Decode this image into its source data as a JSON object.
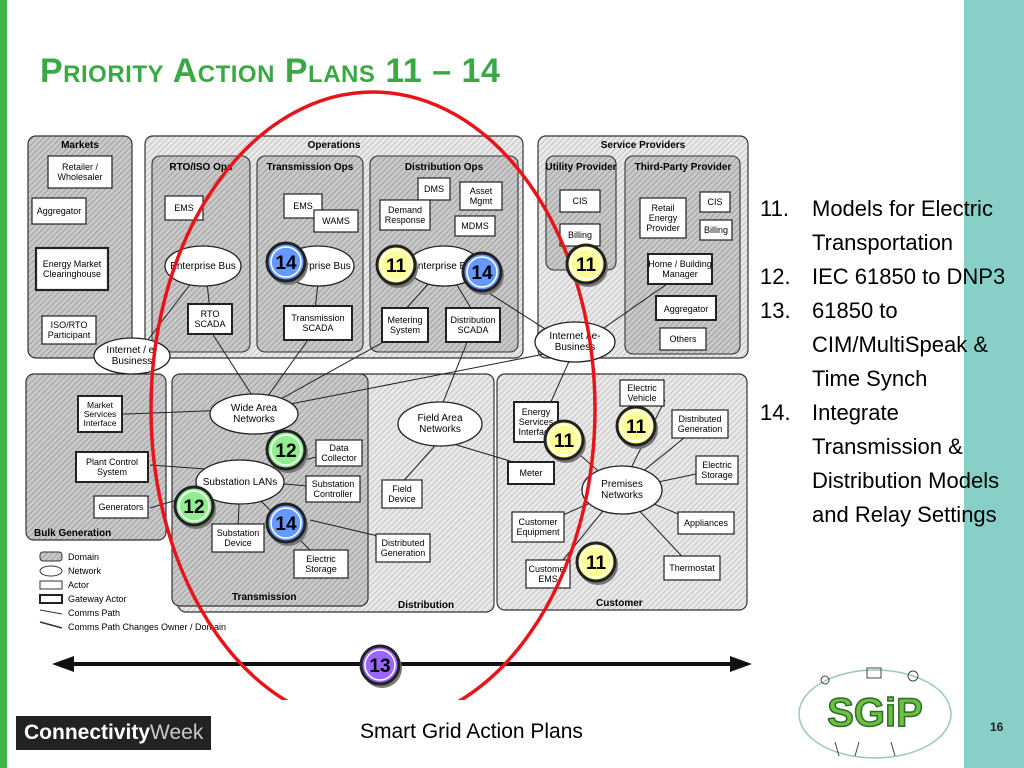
{
  "slide": {
    "title": "Priority Action Plans 11 – 14",
    "footer": "Smart Grid Action Plans",
    "page_number": "16",
    "logo_left": {
      "part1": "Connectivity",
      "part2": "Week"
    },
    "logo_right": "SGiP"
  },
  "plan_list": [
    {
      "num": "11.",
      "text": "Models for Electric Transportation"
    },
    {
      "num": "12.",
      "text": "IEC 61850 to DNP3"
    },
    {
      "num": "13.",
      "text": "61850 to CIM/MultiSpeak & Time Synch"
    },
    {
      "num": "14.",
      "text": "Integrate Transmission & Distribution Models and Relay Settings"
    }
  ],
  "diagram": {
    "domains": {
      "markets": "Markets",
      "operations": "Operations",
      "service_providers": "Service Providers",
      "bulk_generation": "Bulk Generation",
      "transmission": "Transmission",
      "distribution": "Distribution",
      "customer": "Customer",
      "rto_iso_ops": "RTO/ISO Ops",
      "transmission_ops": "Transmission Ops",
      "distribution_ops": "Distribution Ops",
      "utility_provider": "Utility Provider",
      "third_party_provider": "Third-Party Provider"
    },
    "actors": {
      "retailer": "Retailer / Wholesaler",
      "aggregator_m": "Aggregator",
      "clearinghouse": "Energy Market Clearinghouse",
      "iso_participant": "ISO/RTO Participant",
      "ems_rto": "EMS",
      "rto_scada": "RTO SCADA",
      "ems_trans": "EMS",
      "wams": "WAMS",
      "trans_scada": "Transmission SCADA",
      "dms": "DMS",
      "asset_mgmt": "Asset Mgmt",
      "demand_response": "Demand Response",
      "mdms": "MDMS",
      "metering_system": "Metering System",
      "dist_scada": "Distribution SCADA",
      "cis_u": "CIS",
      "billing_u": "Billing",
      "retail_energy": "Retail Energy Provider",
      "cis_t": "CIS",
      "billing_t": "Billing",
      "home_mgr": "Home / Building Manager",
      "aggregator_sp": "Aggregator",
      "others": "Others",
      "market_services": "Market Services Interface",
      "plant_control": "Plant Control System",
      "generators": "Generators",
      "data_collector": "Data Collector",
      "substation_controller": "Substation Controller",
      "substation_device": "Substation Device",
      "electric_storage_t": "Electric Storage",
      "field_device": "Field Device",
      "distributed_gen_d": "Distributed Generation",
      "energy_services": "Energy Services Interface",
      "meter": "Meter",
      "customer_equipment": "Customer Equipment",
      "customer_ems": "Customer EMS",
      "electric_vehicle": "Electric Vehicle",
      "distributed_gen_c": "Distributed Generation",
      "electric_storage_c": "Electric Storage",
      "appliances": "Appliances",
      "thermostat": "Thermostat"
    },
    "networks": {
      "internet_left": "Internet / e-Business",
      "enterprise_bus_rto": "Enterprise Bus",
      "enterprise_bus_trans": "Enterprise Bus",
      "enterprise_bus_dist": "Enterprise Bus",
      "internet_right": "Internet / e-Business",
      "wide_area": "Wide Area Networks",
      "substation_lans": "Substation LANs",
      "field_area": "Field Area Networks",
      "premises": "Premises Networks"
    },
    "legend": {
      "domain": "Domain",
      "network": "Network",
      "actor": "Actor",
      "gateway_actor": "Gateway Actor",
      "comms_path": "Comms Path",
      "comms_path_changes": "Comms Path Changes Owner / Domain"
    },
    "badges": {
      "b14a": "14",
      "b11a": "11",
      "b14b": "14",
      "b11b": "11",
      "b11c": "11",
      "b11d": "11",
      "b12a": "12",
      "b12b": "12",
      "b14c": "14",
      "b11e": "11",
      "b13": "13"
    },
    "colors": {
      "badge_11": "#ffff99",
      "badge_12": "#90ee90",
      "badge_13": "#9966ff",
      "badge_14": "#6699ff",
      "ellipse": "#e8141a",
      "title": "#3aa944"
    }
  }
}
